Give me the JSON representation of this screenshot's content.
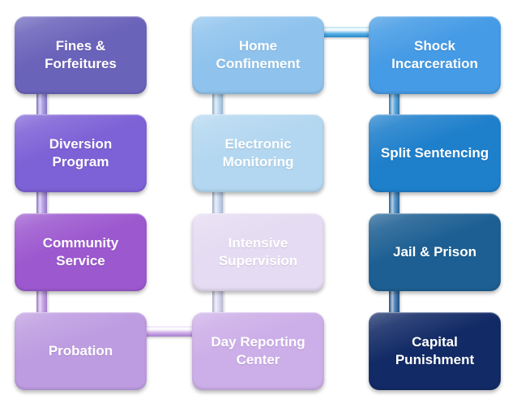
{
  "diagram": {
    "type": "flow-diagram",
    "description_visible_text_only": true,
    "background": "#FFFFFF",
    "text_color": "#FFFFFF",
    "columns": [
      {
        "items": [
          {
            "label": "Fines & Forfeitures",
            "color": "#6A63BA"
          },
          {
            "label": "Diversion Program",
            "color": "#7D61D6"
          },
          {
            "label": "Community Service",
            "color": "#9C58CF"
          },
          {
            "label": "Probation",
            "color": "#BD9CE1"
          }
        ]
      },
      {
        "items": [
          {
            "label": "Home Confinement",
            "color": "#8FC3ED"
          },
          {
            "label": "Electronic Monitoring",
            "color": "#B3D7F0"
          },
          {
            "label": "Intensive Supervision",
            "color": "#E5DBF2"
          },
          {
            "label": "Day Reporting Center",
            "color": "#CCAEE8"
          }
        ]
      },
      {
        "items": [
          {
            "label": "Shock Incarceration",
            "color": "#459BE5"
          },
          {
            "label": "Split Sentencing",
            "color": "#1E7FCB"
          },
          {
            "label": "Jail & Prison",
            "color": "#1D5F93"
          },
          {
            "label": "Capital Punishment",
            "color": "#122A66"
          }
        ]
      }
    ],
    "connectors": {
      "col1_vertical": {
        "from": "#8F86E0",
        "to": "#C795EA"
      },
      "col2_vertical": {
        "from": "#A5D2F0",
        "to": "#E0D6F2"
      },
      "col3_vertical": {
        "from": "#3B9FE0",
        "to": "#1A4E8F"
      },
      "top_horizontal": {
        "light": "#BDE3F6",
        "mid": "#54AEE6",
        "dark": "#2887C6"
      },
      "bottom_horizontal": {
        "light": "#EFE4F8",
        "mid": "#CDA9E8",
        "dark": "#A77FD0"
      }
    }
  }
}
